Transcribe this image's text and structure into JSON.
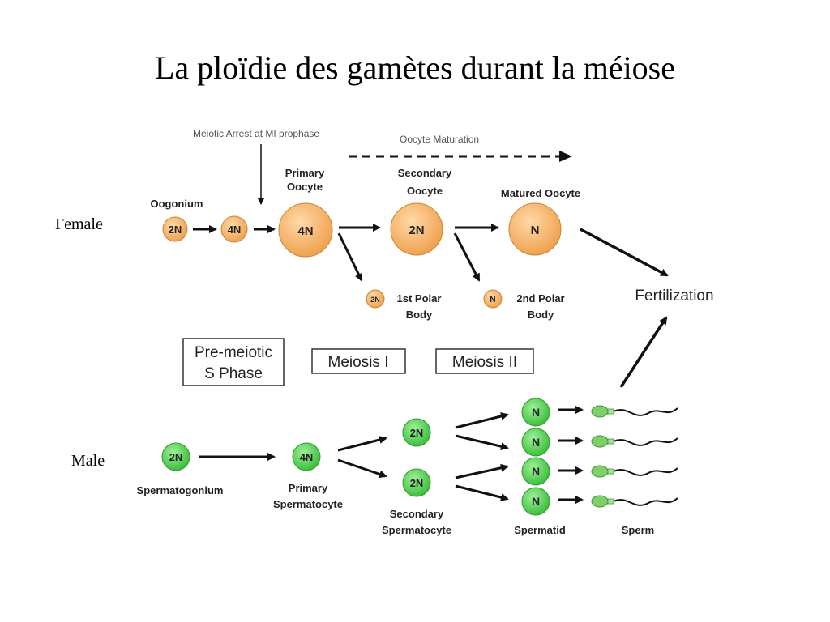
{
  "title": "La ploïdie des gamètes durant la méiose",
  "labels": {
    "female": "Female",
    "male": "Male",
    "meiotic_arrest": "Meiotic Arrest at MI prophase",
    "oocyte_maturation": "Oocyte Maturation",
    "oogonium": "Oogonium",
    "primary_oocyte_1": "Primary",
    "primary_oocyte_2": "Oocyte",
    "secondary_oocyte_1": "Secondary",
    "secondary_oocyte_2": "Oocyte",
    "matured_oocyte": "Matured Oocyte",
    "polar1_1": "1st Polar",
    "polar1_2": "Body",
    "polar2_1": "2nd Polar",
    "polar2_2": "Body",
    "fertilization": "Fertilization",
    "premeiotic_1": "Pre-meiotic",
    "premeiotic_2": "S Phase",
    "meiosis1": "Meiosis I",
    "meiosis2": "Meiosis II",
    "spermatogonium": "Spermatogonium",
    "primary_sperm_1": "Primary",
    "primary_sperm_2": "Spermatocyte",
    "secondary_sperm_1": "Secondary",
    "secondary_sperm_2": "Spermatocyte",
    "spermatid": "Spermatid",
    "sperm": "Sperm"
  },
  "ploidy": {
    "oogonium": "2N",
    "oocyte_4n_small": "4N",
    "primary_oocyte": "4N",
    "secondary_oocyte": "2N",
    "matured_oocyte": "N",
    "polar1": "2N",
    "polar2": "N",
    "spermatogonium": "2N",
    "primary_spermatocyte": "4N",
    "secondary_spermatocyte_a": "2N",
    "secondary_spermatocyte_b": "2N",
    "spermatid_1": "N",
    "spermatid_2": "N",
    "spermatid_3": "N",
    "spermatid_4": "N"
  },
  "colors": {
    "female_cell": "#f2a85a",
    "male_cell": "#4ec94e",
    "sperm_head": "#7fd06a",
    "arrow": "#111111"
  }
}
